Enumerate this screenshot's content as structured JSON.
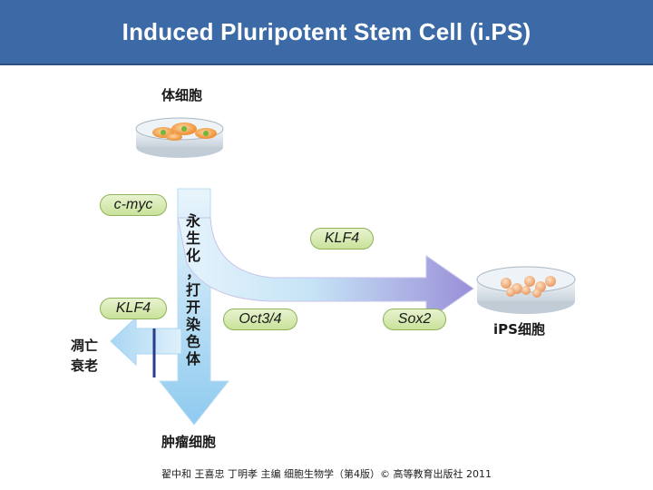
{
  "title": "Induced Pluripotent Stem Cell (i.PS)",
  "labels": {
    "somatic_cell": "体细胞",
    "ips_cell": "iPS细胞",
    "tumor_cell": "肿瘤细胞",
    "apoptosis_line1": "凋亡",
    "apoptosis_line2": "衰老",
    "vertical_process": "永\n生\n化\n，\n打\n开\n染\n色\n体"
  },
  "factors": {
    "c_myc": "c-myc",
    "klf4_top": "KLF4",
    "klf4_left": "KLF4",
    "oct34": "Oct3/4",
    "sox2": "Sox2"
  },
  "citation": "翟中和 王喜忠 丁明孝 主编 细胞生物学（第4版）© 高等教育出版社 2011",
  "colors": {
    "title_bg": "#3c6aa6",
    "arrow_light": "#dff0fb",
    "arrow_blue": "#8ec9ee",
    "arrow_purple": "#9b8fd6",
    "pill_fill": "#c9e29a",
    "cell_orange": "#f0903a",
    "ips_cell": "#f0b48a"
  }
}
